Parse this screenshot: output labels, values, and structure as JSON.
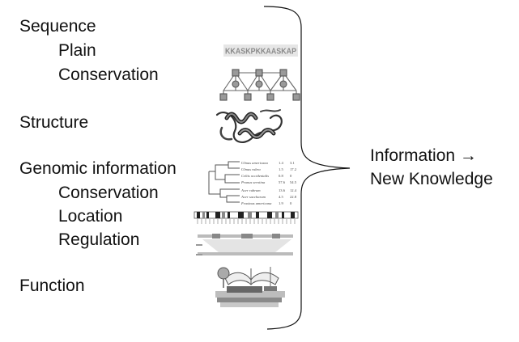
{
  "left_list": {
    "sequence": "Sequence",
    "plain": "Plain",
    "seq_conservation": "Conservation",
    "structure": "Structure",
    "genomic": "Genomic information",
    "gen_conservation": "Conservation",
    "location": "Location",
    "regulation": "Regulation",
    "function": "Function"
  },
  "sequence_strip": "KKASKPKKAASKAP",
  "tree_species": [
    {
      "name": "Ulmus americana",
      "a": "1.4",
      "b": "3.1"
    },
    {
      "name": "Ulmus rubra",
      "a": "1.5",
      "b": "17.2"
    },
    {
      "name": "Celtis occidentalis",
      "a": "0.8",
      "b": "0"
    },
    {
      "name": "Prunus serotina",
      "a": "57.6",
      "b": "54.5"
    },
    {
      "name": "Acer rubrum",
      "a": "13.6",
      "b": "12.4"
    },
    {
      "name": "Acer saccharum",
      "a": "4.5",
      "b": "22.8"
    },
    {
      "name": "Fraxinus americana",
      "a": "1.9",
      "b": "0"
    }
  ],
  "right_label": {
    "line1": "Information →",
    "line2": "New Knowledge"
  }
}
